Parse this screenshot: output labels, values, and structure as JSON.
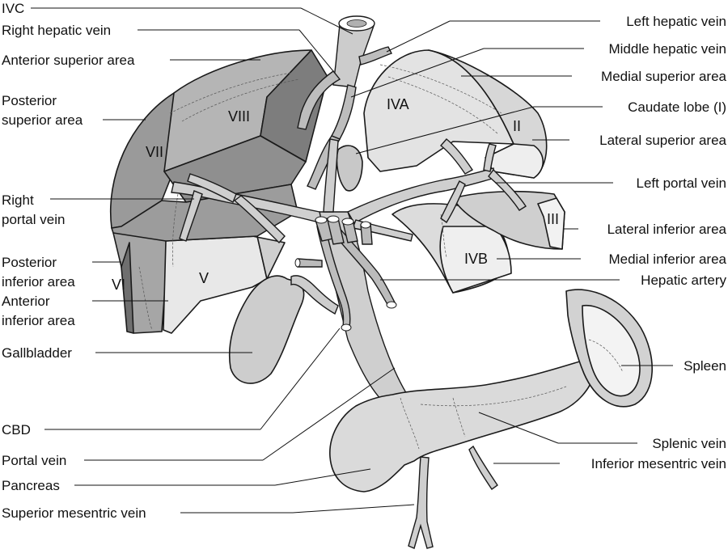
{
  "labels": {
    "ivc": "IVC",
    "right_hepatic_vein": "Right hepatic vein",
    "anterior_superior_area": "Anterior superior area",
    "posterior_superior_area_1": "Posterior",
    "posterior_superior_area_2": "superior area",
    "right_portal_vein_1": "Right",
    "right_portal_vein_2": "portal vein",
    "posterior_inferior_area_1": "Posterior",
    "posterior_inferior_area_2": "inferior area",
    "anterior_inferior_area_1": "Anterior",
    "anterior_inferior_area_2": "inferior area",
    "gallbladder": "Gallbladder",
    "cbd": "CBD",
    "portal_vein": "Portal vein",
    "pancreas": "Pancreas",
    "superior_mesentric_vein": "Superior mesentric vein",
    "left_hepatic_vein": "Left hepatic vein",
    "middle_hepatic_vein": "Middle hepatic vein",
    "medial_superior_area": "Medial superior area",
    "caudate_lobe": "Caudate lobe (I)",
    "lateral_superior_area": "Lateral superior area",
    "left_portal_vein": "Left portal vein",
    "lateral_inferior_area": "Lateral inferior area",
    "medial_inferior_area": "Medial inferior area",
    "hepatic_artery": "Hepatic artery",
    "spleen": "Spleen",
    "splenic_vein": "Splenic vein",
    "inferior_mesentric_vein": "Inferior mesentric vein"
  },
  "segments": {
    "ii": "II",
    "iii": "III",
    "iva": "IVA",
    "ivb": "IVB",
    "v": "V",
    "vi": "VI",
    "vii": "VII",
    "viii": "VIII"
  }
}
